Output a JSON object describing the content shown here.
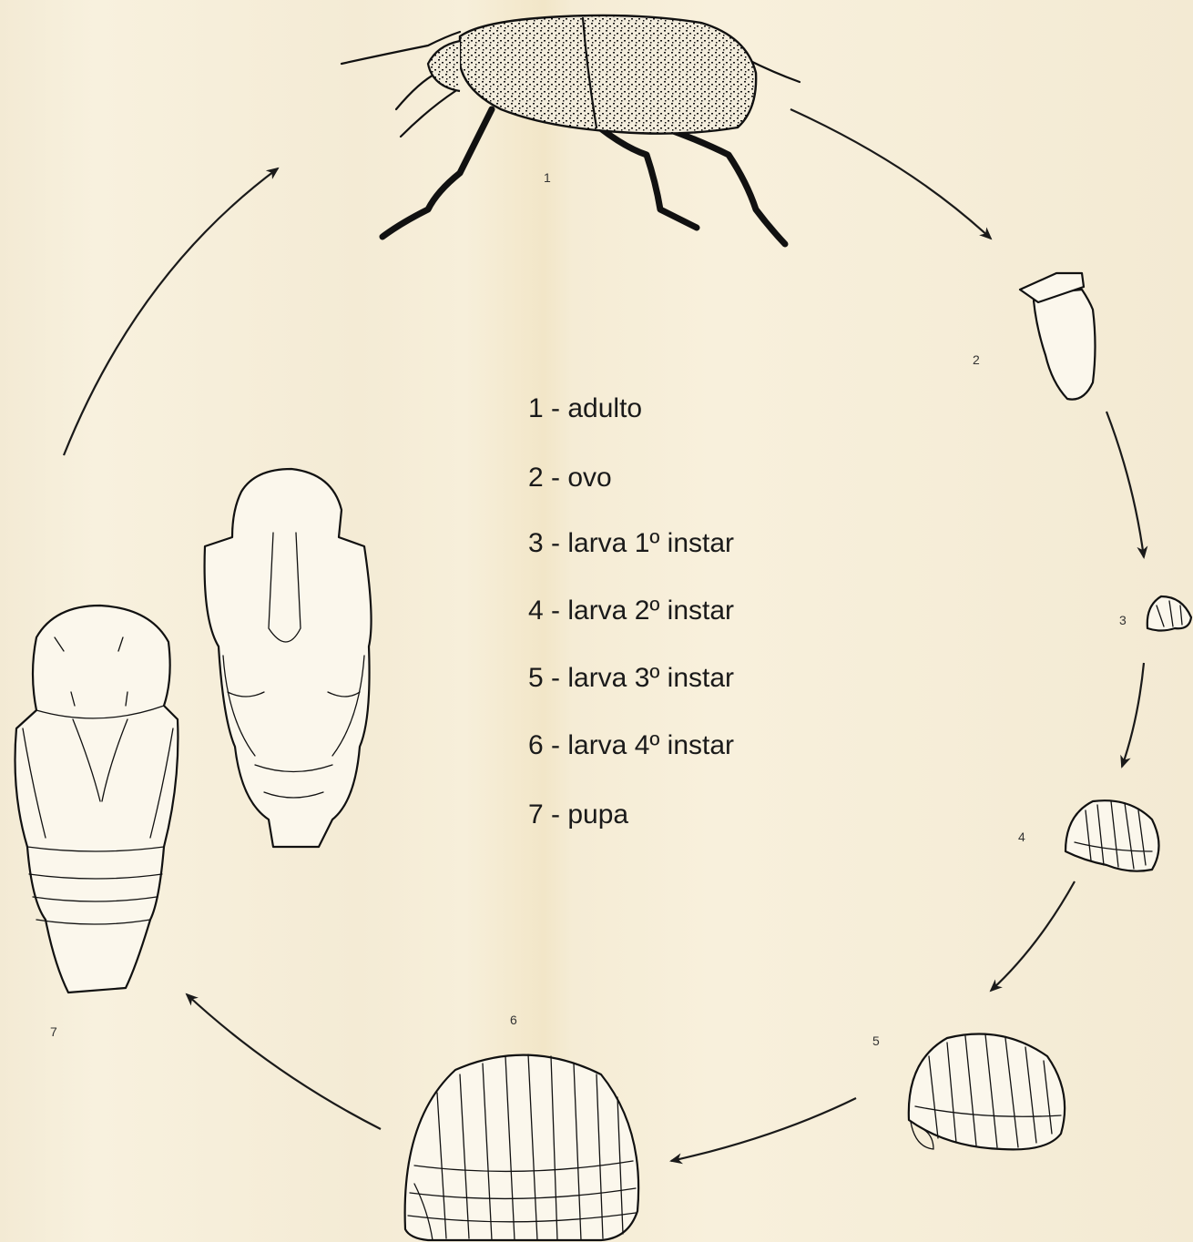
{
  "stage_numbers": {
    "n1": "1",
    "n2": "2",
    "n3": "3",
    "n4": "4",
    "n5": "5",
    "n6": "6",
    "n7": "7"
  },
  "legend": [
    "1 - adulto",
    "2 - ovo",
    "3 - larva 1º instar",
    "4 - larva 2º instar",
    "5 - larva 3º instar",
    "6 - larva 4º instar",
    "7 - pupa"
  ],
  "colors": {
    "paper": "#f6eedb",
    "ink": "#111111"
  }
}
